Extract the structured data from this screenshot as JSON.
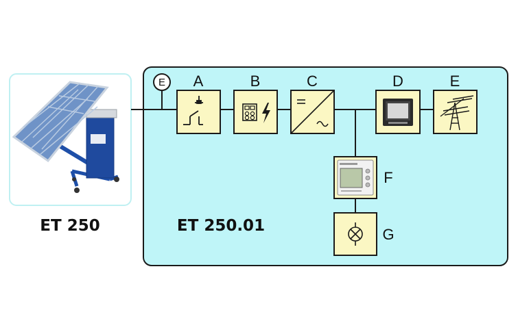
{
  "diagram": {
    "left_device_label": "ET 250",
    "system_label": "ET 250.01",
    "earth_marker": "E",
    "blocks": {
      "A": {
        "letter": "A",
        "icon": "disconnect-switch-icon"
      },
      "B": {
        "letter": "B",
        "icon": "surge-protection-icon"
      },
      "C": {
        "letter": "C",
        "icon": "dc-ac-inverter-icon"
      },
      "D": {
        "letter": "D",
        "icon": "power-meter-display-icon"
      },
      "E": {
        "letter": "E",
        "icon": "grid-pylon-icon"
      },
      "F": {
        "letter": "F",
        "icon": "data-logger-icon"
      },
      "G": {
        "letter": "G",
        "icon": "lamp-load-icon"
      }
    },
    "colors": {
      "system_box_fill": "#bff5f8",
      "block_fill": "#fbf7c3",
      "photo_border": "#bff0f2",
      "panel_blue": "#1e4fa8"
    }
  }
}
